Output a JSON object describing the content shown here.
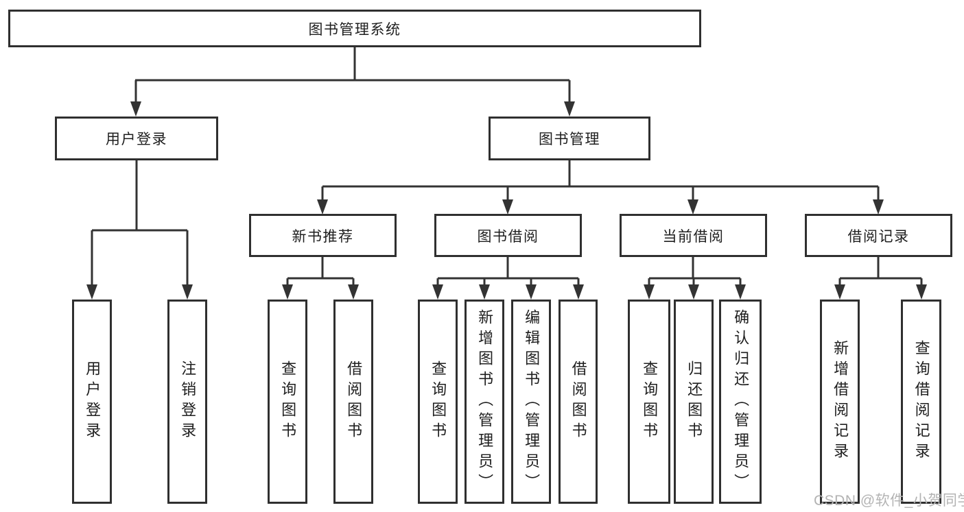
{
  "tree": {
    "root": {
      "label": "图书管理系统"
    },
    "level2": [
      {
        "label": "用户登录",
        "leaves": [
          {
            "label": "用户登录"
          },
          {
            "label": "注销登录"
          }
        ]
      },
      {
        "label": "图书管理",
        "sections": [
          {
            "label": "新书推荐",
            "leaves": [
              {
                "label": "查询图书"
              },
              {
                "label": "借阅图书"
              }
            ]
          },
          {
            "label": "图书借阅",
            "leaves": [
              {
                "label": "查询图书"
              },
              {
                "label": "新增图书（管理员）"
              },
              {
                "label": "编辑图书（管理员）"
              },
              {
                "label": "借阅图书"
              }
            ]
          },
          {
            "label": "当前借阅",
            "leaves": [
              {
                "label": "查询图书"
              },
              {
                "label": "归还图书"
              },
              {
                "label": "确认归还（管理员）"
              }
            ]
          },
          {
            "label": "借阅记录",
            "leaves": [
              {
                "label": "新增借阅记录"
              },
              {
                "label": "查询借阅记录"
              }
            ]
          }
        ]
      }
    ]
  },
  "watermark": {
    "text": "CSDN @软件_小贺同学"
  },
  "colors": {
    "line": "#333333",
    "box_border": "#2f2f2f",
    "text": "#1e1e1e",
    "watermark": "#b3b3b3",
    "background": "#ffffff"
  }
}
